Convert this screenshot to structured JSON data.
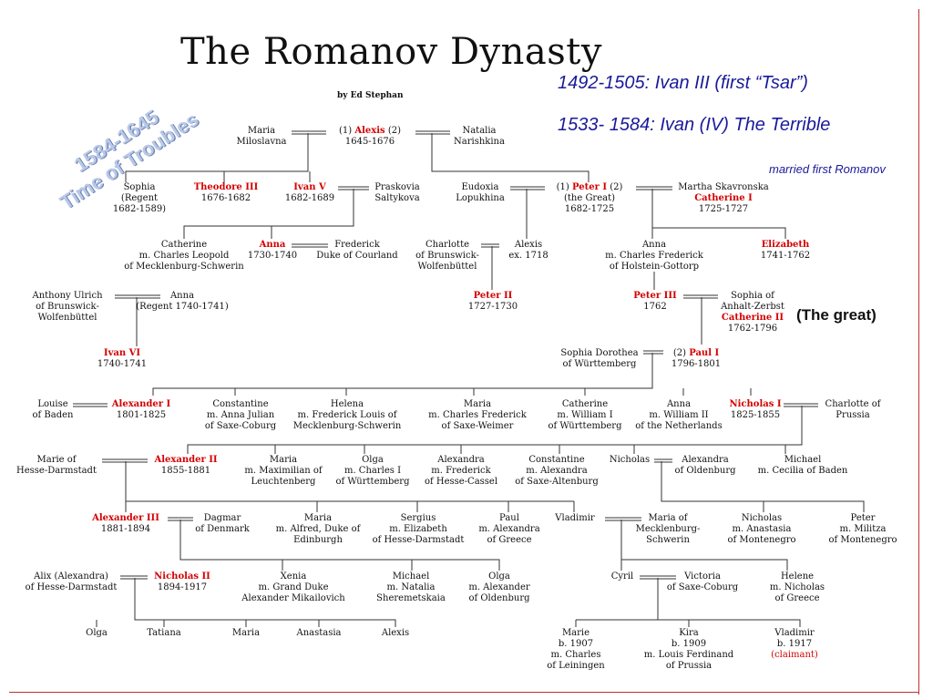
{
  "title": "The Romanov Dynasty",
  "byline": "by Ed Stephan",
  "notes": {
    "ivan_iii": "1492-1505:  Ivan III (first “Tsar”)",
    "ivan_iv": "1533- 1584:  Ivan (IV) The Terrible",
    "married": "married first Romanov",
    "troubles": [
      "1584-1645",
      "Time of Troubles"
    ],
    "great": "(The great)"
  },
  "nodes": {
    "maria_m": [
      "Maria",
      "Miloslavna"
    ],
    "alexis": {
      "pre": "(1) ",
      "name": "Alexis",
      "post": " (2)",
      "date": "1645-1676"
    },
    "natalia": [
      "Natalia",
      "Narishkina"
    ],
    "sophia": [
      "Sophia",
      "(Regent",
      "1682-1589)"
    ],
    "theodore": {
      "name": "Theodore III",
      "date": "1676-1682"
    },
    "ivan_v": {
      "name": "Ivan V",
      "date": "1682-1689"
    },
    "praskovia": [
      "Praskovia",
      "Saltykova"
    ],
    "eudoxia": [
      "Eudoxia",
      "Lopukhina"
    ],
    "peter_i": {
      "pre": "(1) ",
      "name": "Peter I",
      "post": " (2)",
      "lines": [
        "(the Great)",
        "1682-1725"
      ]
    },
    "martha": {
      "line1": "Martha Skavronska",
      "name": "Catherine I",
      "date": "1725-1727"
    },
    "catherine_l": [
      "Catherine",
      "m. Charles Leopold",
      "of Mecklenburg-Schwerin"
    ],
    "anna_c": {
      "name": "Anna",
      "date": "1730-1740"
    },
    "frederick_c": [
      "Frederick",
      "Duke of Courland"
    ],
    "charlotte_b": [
      "Charlotte",
      "of Brunswick-",
      "Wolfenbüttel"
    ],
    "alexis_ex": [
      "Alexis",
      "ex. 1718"
    ],
    "anna_h": [
      "Anna",
      "m. Charles Frederick",
      "of Holstein-Gottorp"
    ],
    "elizabeth": {
      "name": "Elizabeth",
      "date": "1741-1762"
    },
    "anthony": [
      "Anthony Ulrich",
      "of Brunswick-",
      "Wolfenbüttel"
    ],
    "anna_r": [
      "Anna",
      "(Regent 1740-1741)"
    ],
    "peter_ii": {
      "name": "Peter II",
      "date": "1727-1730"
    },
    "peter_iii": {
      "name": "Peter III",
      "date": "1762"
    },
    "sophia_a": {
      "lines": [
        "Sophia of",
        "Anhalt-Zerbst"
      ],
      "name": "Catherine II",
      "date": "1762-1796"
    },
    "ivan_vi": {
      "name": "Ivan VI",
      "date": "1740-1741"
    },
    "sophia_d": [
      "Sophia Dorothea",
      "of Württemberg"
    ],
    "paul_i": {
      "pre": "(2) ",
      "name": "Paul I",
      "date": "1796-1801"
    },
    "louise": [
      "Louise",
      "of Baden"
    ],
    "alexander_i": {
      "name": "Alexander I",
      "date": "1801-1825"
    },
    "constantine1": [
      "Constantine",
      "m. Anna Julian",
      "of Saxe-Coburg"
    ],
    "helena": [
      "Helena",
      "m. Frederick Louis of",
      "Mecklenburg-Schwerin"
    ],
    "maria_w": [
      "Maria",
      "m. Charles Frederick",
      "of Saxe-Weimer"
    ],
    "catherine_w": [
      "Catherine",
      "m. William I",
      "of Württemberg"
    ],
    "anna_n": [
      "Anna",
      "m. William II",
      "of the Netherlands"
    ],
    "nicholas_i": {
      "name": "Nicholas I",
      "date": "1825-1855"
    },
    "charlotte_p": [
      "Charlotte of",
      "Prussia"
    ],
    "marie_h": [
      "Marie of",
      "Hesse-Darmstadt"
    ],
    "alexander_ii": {
      "name": "Alexander II",
      "date": "1855-1881"
    },
    "maria_l": [
      "Maria",
      "m. Maximilian of",
      "Leuchtenberg"
    ],
    "olga_w": [
      "Olga",
      "m. Charles I",
      "of Württemberg"
    ],
    "alexandra_h": [
      "Alexandra",
      "m. Frederick",
      "of Hesse-Cassel"
    ],
    "constantine2": [
      "Constantine",
      "m. Alexandra",
      "of Saxe-Altenburg"
    ],
    "nicholas_s": [
      "Nicholas"
    ],
    "alexandra_o": [
      "Alexandra",
      "of Oldenburg"
    ],
    "michael_b": [
      "Michael",
      "m. Cecilia of Baden"
    ],
    "alexander_iii": {
      "name": "Alexander III",
      "date": "1881-1894"
    },
    "dagmar": [
      "Dagmar",
      "of Denmark"
    ],
    "maria_e": [
      "Maria",
      "m. Alfred, Duke of",
      "Edinburgh"
    ],
    "sergius": [
      "Sergius",
      "m. Elizabeth",
      "of Hesse-Darmstadt"
    ],
    "paul_g": [
      "Paul",
      "m. Alexandra",
      "of Greece"
    ],
    "vladimir": [
      "Vladimir"
    ],
    "maria_m2": [
      "Maria of",
      "Mecklenburg-",
      "Schwerin"
    ],
    "nicholas_m": [
      "Nicholas",
      "m. Anastasia",
      "of Montenegro"
    ],
    "peter_m": [
      "Peter",
      "m. Militza",
      "of Montenegro"
    ],
    "alix": [
      "Alix (Alexandra)",
      "of Hesse-Darmstadt"
    ],
    "nicholas_ii": {
      "name": "Nicholas II",
      "date": "1894-1917"
    },
    "xenia": [
      "Xenia",
      "m. Grand Duke",
      "Alexander Mikailovich"
    ],
    "michael_s": [
      "Michael",
      "m. Natalia",
      "Sheremetskaia"
    ],
    "olga_o": [
      "Olga",
      "m. Alexander",
      "of Oldenburg"
    ],
    "cyril": [
      "Cyril"
    ],
    "victoria": [
      "Victoria",
      "of Saxe-Coburg"
    ],
    "helene": [
      "Helene",
      "m. Nicholas",
      "of Greece"
    ],
    "olga": [
      "Olga"
    ],
    "tatiana": [
      "Tatiana"
    ],
    "maria": [
      "Maria"
    ],
    "anastasia": [
      "Anastasia"
    ],
    "alexis2": [
      "Alexis"
    ],
    "marie_l": [
      "Marie",
      "b. 1907",
      "m. Charles",
      "of Leiningen"
    ],
    "kira": [
      "Kira",
      "b. 1909",
      "m. Louis Ferdinand",
      "of Prussia"
    ],
    "vladimir2": {
      "lines": [
        "Vladimir",
        "b. 1917"
      ],
      "claim": "(claimant)"
    }
  }
}
